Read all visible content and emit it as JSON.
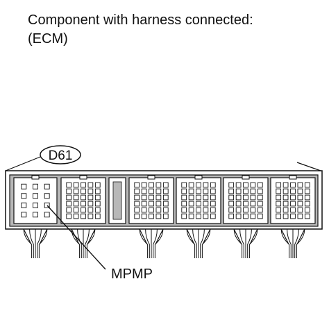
{
  "title": {
    "line1": "Component with harness connected:",
    "line2": "(ECM)"
  },
  "connector": {
    "id_label": "D61",
    "terminal_label": "MPMP"
  },
  "colors": {
    "ink": "#111111",
    "shade": "#b8b8b8",
    "background": "#ffffff"
  }
}
